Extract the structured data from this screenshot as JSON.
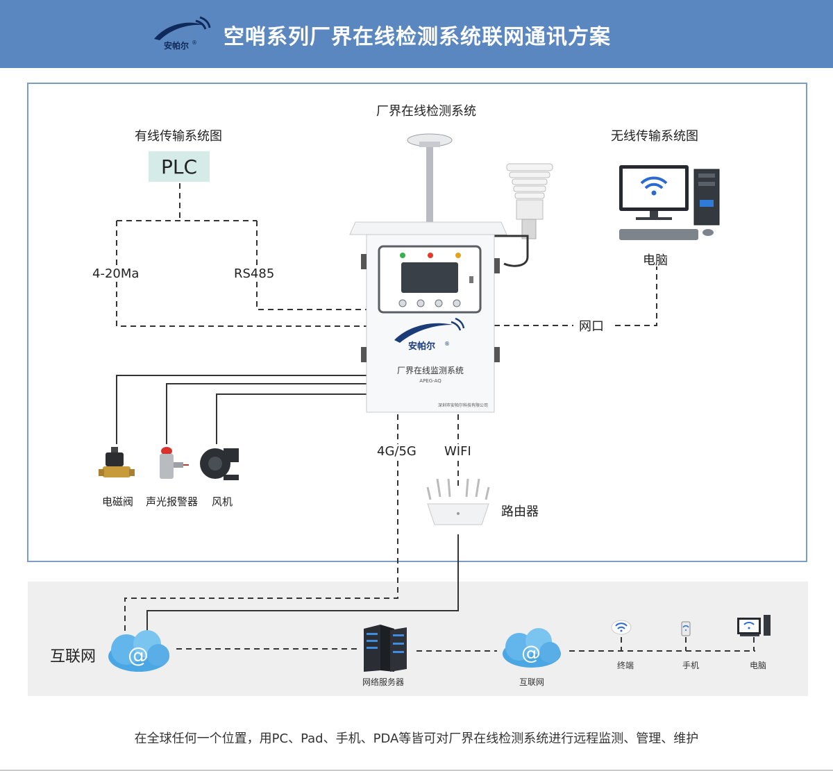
{
  "header": {
    "title": "空哨系列厂界在线检测系统联网通讯方案",
    "logo_text": "安帕尔",
    "logo_mark": "®"
  },
  "colors": {
    "header_bg": "#5a87c0",
    "frame_border": "#7a9cc9",
    "plc_bg": "#d5ebe8",
    "band_bg": "#efefef",
    "wifi_blue": "#2a6ad0"
  },
  "diagram": {
    "system_title": "厂界在线检测系统",
    "wired_title": "有线传输系统图",
    "wireless_title": "无线传输系统图",
    "plc_label": "PLC",
    "current_label": "4-20Ma",
    "rs485_label": "RS485",
    "computer_label": "电脑",
    "network_port_label": "网口",
    "cellular_label": "4G/5G",
    "wifi_label": "WIFI",
    "router_label": "路由器",
    "cabinet": {
      "brand": "安帕尔",
      "mark": "®",
      "product": "厂界在线监测系统",
      "model": "APEG-AQ",
      "company": "深圳市安帕尔科技有限公司"
    },
    "peripherals": [
      {
        "label": "电磁阀"
      },
      {
        "label": "声光报警器"
      },
      {
        "label": "风机"
      }
    ]
  },
  "network": {
    "internet_label": "互联网",
    "server_label": "网络服务器",
    "cloud_label": "互联网",
    "cloud_symbol": "@",
    "terminals": [
      {
        "label": "终端",
        "icon": "wifi-terminal-icon"
      },
      {
        "label": "手机",
        "icon": "phone-icon"
      },
      {
        "label": "电脑",
        "icon": "computer-icon"
      }
    ]
  },
  "footer": {
    "text": "在全球任何一个位置，用PC、Pad、手机、PDA等皆可对厂界在线检测系统进行远程监测、管理、维护"
  }
}
